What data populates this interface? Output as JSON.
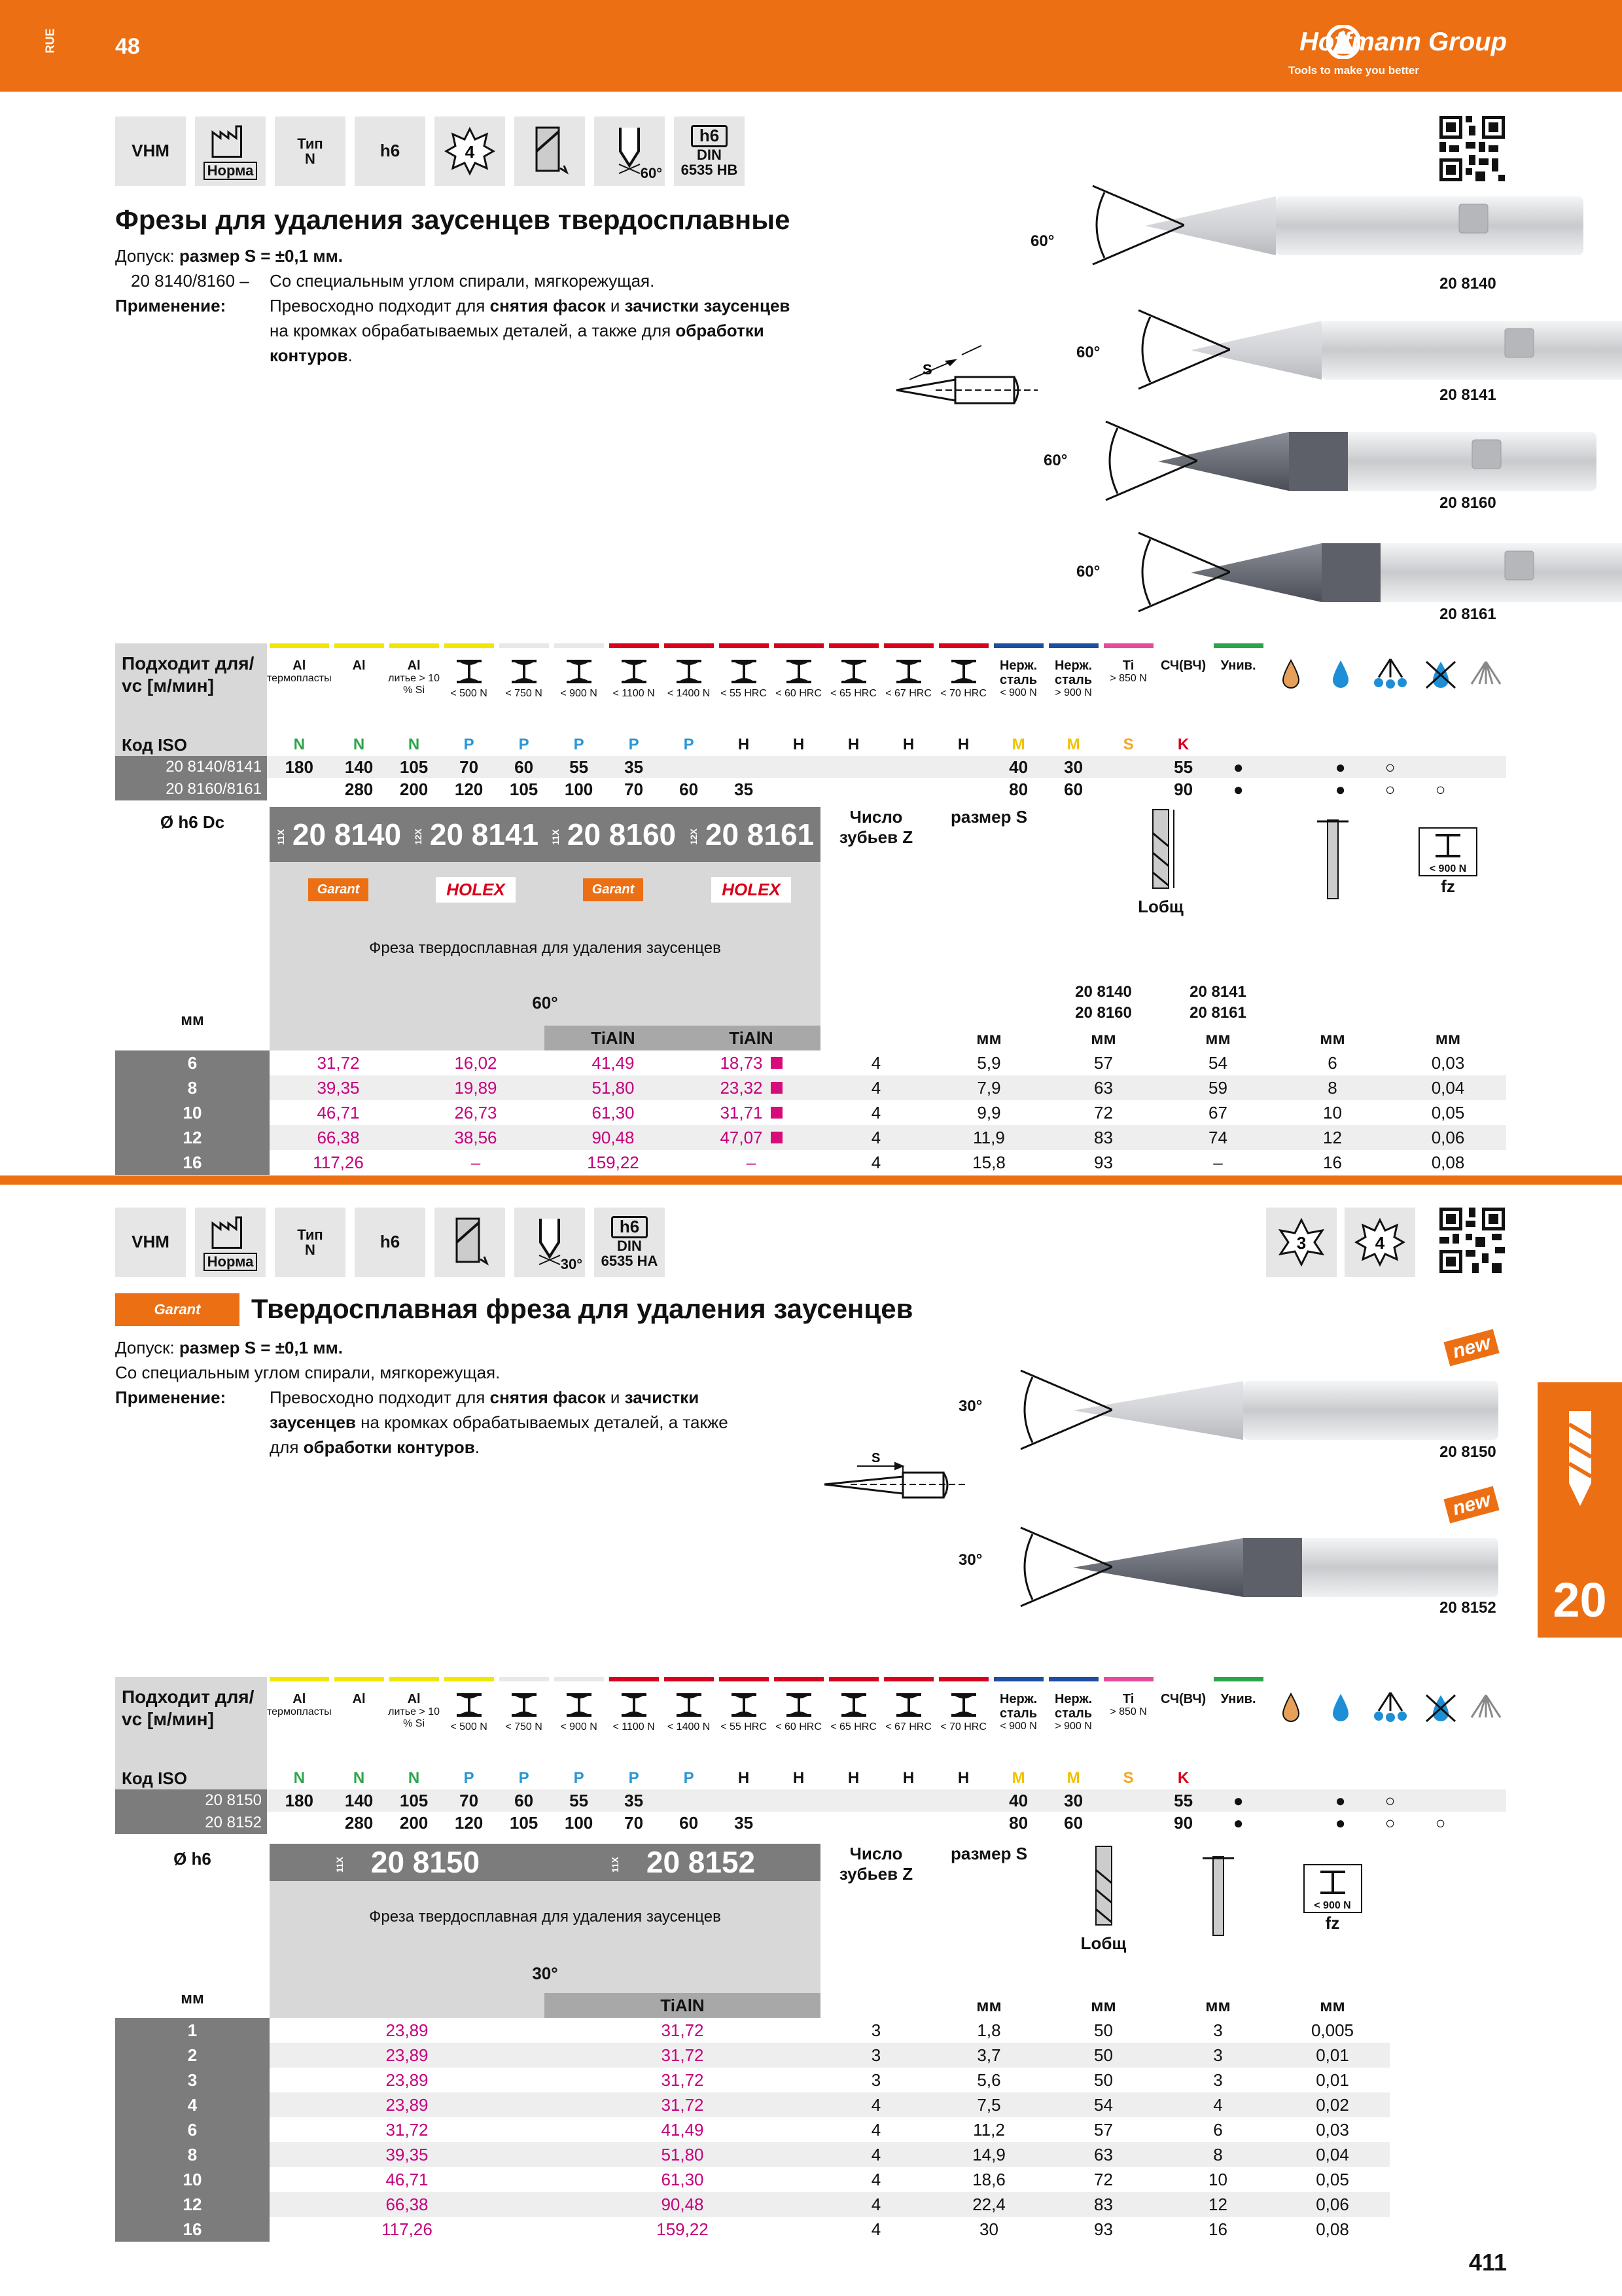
{
  "header": {
    "lang": "RUE",
    "page_left": "48",
    "brand": "Hoffmann Group",
    "tagline": "Tools to make you better"
  },
  "side": {
    "chapter": "20"
  },
  "page_right": "411",
  "section1": {
    "icons": {
      "material": "VHM",
      "norm": "Норма",
      "type_top": "Тип",
      "type_val": "N",
      "shank": "h6",
      "teeth": "4",
      "angle": "60°",
      "din_top": "h6",
      "din_mid": "DIN",
      "din_bot": "6535 HB"
    },
    "title": "Фрезы для удаления заусенцев твердосплавные",
    "tolerance_label": "Допуск:",
    "tolerance_value": "размер S = ±0,1 мм.",
    "desc_codes": "20 8140/8160 –",
    "desc_text": "Со специальным углом спирали, мягкорежущая.",
    "app_label": "Применение:",
    "app_line1_a": "Превосходно подходит для ",
    "app_line1_b": "снятия фасок",
    "app_line1_c": " и ",
    "app_line1_d": "зачистки заусенцев",
    "app_line2_a": "на кромках обрабатываемых деталей, а также для ",
    "app_line2_b": "обработки",
    "app_line3": "контуров",
    "app_line3_end": ".",
    "diag_s": "S",
    "tools": [
      {
        "angle": "60°",
        "code": "20 8140",
        "coated": false
      },
      {
        "angle": "60°",
        "code": "20 8141",
        "coated": false
      },
      {
        "angle": "60°",
        "code": "20 8160",
        "coated": true
      },
      {
        "angle": "60°",
        "code": "20 8161",
        "coated": true
      }
    ]
  },
  "suit_headers": {
    "label_line1": "Подходит для/",
    "label_line2": "vc [м/мин]",
    "iso_label": "Код ISO",
    "cols": [
      {
        "top": "Al",
        "sub": "термопласты",
        "bar": "#f2e600"
      },
      {
        "top": "Al",
        "sub": "",
        "bar": "#f2e600"
      },
      {
        "top": "Al",
        "sub": "литье > 10 % Si",
        "bar": "#f2e600"
      },
      {
        "top": "I",
        "sub": "< 500 N",
        "bar": "#f2e600"
      },
      {
        "top": "I",
        "sub": "< 750 N",
        "bar": "#e8e8e8"
      },
      {
        "top": "I",
        "sub": "< 900 N",
        "bar": "#e8e8e8"
      },
      {
        "top": "I",
        "sub": "< 1100 N",
        "bar": "#d8001a"
      },
      {
        "top": "I",
        "sub": "< 1400 N",
        "bar": "#d8001a"
      },
      {
        "top": "I",
        "sub": "< 55 HRC",
        "bar": "#d8001a"
      },
      {
        "top": "I",
        "sub": "< 60 HRC",
        "bar": "#d8001a"
      },
      {
        "top": "I",
        "sub": "< 65 HRC",
        "bar": "#d8001a"
      },
      {
        "top": "I",
        "sub": "< 67 HRC",
        "bar": "#d8001a"
      },
      {
        "top": "I",
        "sub": "< 70 HRC",
        "bar": "#d8001a"
      },
      {
        "top": "Нерж. сталь",
        "sub": "< 900 N",
        "bar": "#1c4fa0"
      },
      {
        "top": "Нерж. сталь",
        "sub": "> 900 N",
        "bar": "#1c4fa0"
      },
      {
        "top": "Ti",
        "sub": "> 850 N",
        "bar": "#e84a9b"
      },
      {
        "top": "СЧ(ВЧ)",
        "sub": "",
        "bar": "#ffffff"
      },
      {
        "top": "Унив.",
        "sub": "",
        "bar": "#2da44a"
      }
    ],
    "iso": [
      {
        "v": "N",
        "c": "#2da44a"
      },
      {
        "v": "N",
        "c": "#2da44a"
      },
      {
        "v": "N",
        "c": "#2da44a"
      },
      {
        "v": "P",
        "c": "#2a96d6"
      },
      {
        "v": "P",
        "c": "#2a96d6"
      },
      {
        "v": "P",
        "c": "#2a96d6"
      },
      {
        "v": "P",
        "c": "#2a96d6"
      },
      {
        "v": "P",
        "c": "#2a96d6"
      },
      {
        "v": "H",
        "c": "#111111"
      },
      {
        "v": "H",
        "c": "#111111"
      },
      {
        "v": "H",
        "c": "#111111"
      },
      {
        "v": "H",
        "c": "#111111"
      },
      {
        "v": "H",
        "c": "#111111"
      },
      {
        "v": "M",
        "c": "#f2c100"
      },
      {
        "v": "M",
        "c": "#f2c100"
      },
      {
        "v": "S",
        "c": "#f5a623"
      },
      {
        "v": "K",
        "c": "#d8001a"
      },
      {
        "v": "",
        "c": "#111111"
      }
    ]
  },
  "suit1_rows": [
    {
      "label": "20 8140/8141",
      "vals": [
        "180",
        "140",
        "105",
        "70",
        "60",
        "55",
        "35",
        "",
        "",
        "",
        "",
        "",
        "",
        "40",
        "30",
        "",
        "55",
        "●"
      ],
      "cool": [
        "",
        "●",
        "○",
        ""
      ]
    },
    {
      "label": "20 8160/8161",
      "vals": [
        "",
        "280",
        "200",
        "120",
        "105",
        "100",
        "70",
        "60",
        "35",
        "",
        "",
        "",
        "",
        "80",
        "60",
        "",
        "90",
        "●"
      ],
      "cool": [
        "",
        "●",
        "○",
        "○"
      ]
    }
  ],
  "dim1": {
    "diam_label": "Ø h6 Dc",
    "codes": [
      {
        "pre": "11X",
        "code": "20 8140",
        "brand": "Garant"
      },
      {
        "pre": "12X",
        "code": "20 8141",
        "brand": "HOLEX"
      },
      {
        "pre": "11X",
        "code": "20 8160",
        "brand": "Garant"
      },
      {
        "pre": "12X",
        "code": "20 8161",
        "brand": "HOLEX"
      }
    ],
    "garant": "Garant",
    "holex": "HOLEX",
    "z_label": "Число зубьев Z",
    "s_label": "размер S",
    "l_label": "Lобщ",
    "fz_label": "fz",
    "fz_box": "< 900 N",
    "desc": "Фреза твердосплавная для удаления заусенцев",
    "angle": "60°",
    "ltot_a1": "20 8140",
    "ltot_a2": "20 8160",
    "ltot_b1": "20 8141",
    "ltot_b2": "20 8161",
    "coat": "TiAlN",
    "mm": "мм",
    "rows": [
      {
        "d": "6",
        "c1": "31,72",
        "c2": "16,02",
        "c3": "41,49",
        "c4": "18,73",
        "sq": true,
        "z": "4",
        "s": "5,9",
        "l1": "57",
        "l2": "54",
        "ds": "6",
        "fz": "0,03"
      },
      {
        "d": "8",
        "c1": "39,35",
        "c2": "19,89",
        "c3": "51,80",
        "c4": "23,32",
        "sq": true,
        "z": "4",
        "s": "7,9",
        "l1": "63",
        "l2": "59",
        "ds": "8",
        "fz": "0,04"
      },
      {
        "d": "10",
        "c1": "46,71",
        "c2": "26,73",
        "c3": "61,30",
        "c4": "31,71",
        "sq": true,
        "z": "4",
        "s": "9,9",
        "l1": "72",
        "l2": "67",
        "ds": "10",
        "fz": "0,05"
      },
      {
        "d": "12",
        "c1": "66,38",
        "c2": "38,56",
        "c3": "90,48",
        "c4": "47,07",
        "sq": true,
        "z": "4",
        "s": "11,9",
        "l1": "83",
        "l2": "74",
        "ds": "12",
        "fz": "0,06"
      },
      {
        "d": "16",
        "c1": "117,26",
        "c2": "–",
        "c3": "159,22",
        "c4": "–",
        "sq": false,
        "z": "4",
        "s": "15,8",
        "l1": "93",
        "l2": "–",
        "ds": "16",
        "fz": "0,08"
      }
    ]
  },
  "section2": {
    "icons": {
      "material": "VHM",
      "norm": "Норма",
      "type_top": "Тип",
      "type_val": "N",
      "shank": "h6",
      "angle": "30°",
      "din_top": "h6",
      "din_mid": "DIN",
      "din_bot": "6535 HA",
      "teeth_a": "3",
      "teeth_b": "4"
    },
    "brand": "Garant",
    "title": "Твердосплавная фреза для удаления заусенцев",
    "tolerance_label": "Допуск:",
    "tolerance_value": "размер S = ±0,1 мм.",
    "desc_text": "Со специальным углом спирали, мягкорежущая.",
    "app_label": "Применение:",
    "app_line1_a": "Превосходно подходит для ",
    "app_line1_b": "снятия фасок",
    "app_line1_c": " и ",
    "app_line1_d": "зачистки",
    "app_line2_a": "заусенцев",
    "app_line2_b": " на кромках обрабатываемых деталей, а также",
    "app_line3_a": "для ",
    "app_line3_b": "обработки контуров",
    "app_line3_end": ".",
    "diag_s": "S",
    "new": "new",
    "tools": [
      {
        "angle": "30°",
        "code": "20 8150",
        "coated": false
      },
      {
        "angle": "30°",
        "code": "20 8152",
        "coated": true
      }
    ]
  },
  "suit2_rows": [
    {
      "label": "20 8150",
      "vals": [
        "180",
        "140",
        "105",
        "70",
        "60",
        "55",
        "35",
        "",
        "",
        "",
        "",
        "",
        "",
        "40",
        "30",
        "",
        "55",
        "●"
      ],
      "cool": [
        "",
        "●",
        "○",
        ""
      ]
    },
    {
      "label": "20 8152",
      "vals": [
        "",
        "280",
        "200",
        "120",
        "105",
        "100",
        "70",
        "60",
        "35",
        "",
        "",
        "",
        "",
        "80",
        "60",
        "",
        "90",
        "●"
      ],
      "cool": [
        "",
        "●",
        "○",
        "○"
      ]
    }
  ],
  "dim2": {
    "diam_label": "Ø h6",
    "codes": [
      {
        "pre": "11X",
        "code": "20 8150"
      },
      {
        "pre": "11X",
        "code": "20 8152"
      }
    ],
    "z_label": "Число зубьев Z",
    "s_label": "размер S",
    "l_label": "Lобщ",
    "fz_label": "fz",
    "fz_box": "< 900 N",
    "desc": "Фреза твердосплавная для удаления заусенцев",
    "angle": "30°",
    "coat": "TiAlN",
    "mm": "мм",
    "rows": [
      {
        "d": "1",
        "c1": "23,89",
        "c2": "31,72",
        "z": "3",
        "s": "1,8",
        "l": "50",
        "ds": "3",
        "fz": "0,005"
      },
      {
        "d": "2",
        "c1": "23,89",
        "c2": "31,72",
        "z": "3",
        "s": "3,7",
        "l": "50",
        "ds": "3",
        "fz": "0,01"
      },
      {
        "d": "3",
        "c1": "23,89",
        "c2": "31,72",
        "z": "3",
        "s": "5,6",
        "l": "50",
        "ds": "3",
        "fz": "0,01"
      },
      {
        "d": "4",
        "c1": "23,89",
        "c2": "31,72",
        "z": "4",
        "s": "7,5",
        "l": "54",
        "ds": "4",
        "fz": "0,02"
      },
      {
        "d": "6",
        "c1": "31,72",
        "c2": "41,49",
        "z": "4",
        "s": "11,2",
        "l": "57",
        "ds": "6",
        "fz": "0,03"
      },
      {
        "d": "8",
        "c1": "39,35",
        "c2": "51,80",
        "z": "4",
        "s": "14,9",
        "l": "63",
        "ds": "8",
        "fz": "0,04"
      },
      {
        "d": "10",
        "c1": "46,71",
        "c2": "61,30",
        "z": "4",
        "s": "18,6",
        "l": "72",
        "ds": "10",
        "fz": "0,05"
      },
      {
        "d": "12",
        "c1": "66,38",
        "c2": "90,48",
        "z": "4",
        "s": "22,4",
        "l": "83",
        "ds": "12",
        "fz": "0,06"
      },
      {
        "d": "16",
        "c1": "117,26",
        "c2": "159,22",
        "z": "4",
        "s": "30",
        "l": "93",
        "ds": "16",
        "fz": "0,08"
      }
    ]
  }
}
